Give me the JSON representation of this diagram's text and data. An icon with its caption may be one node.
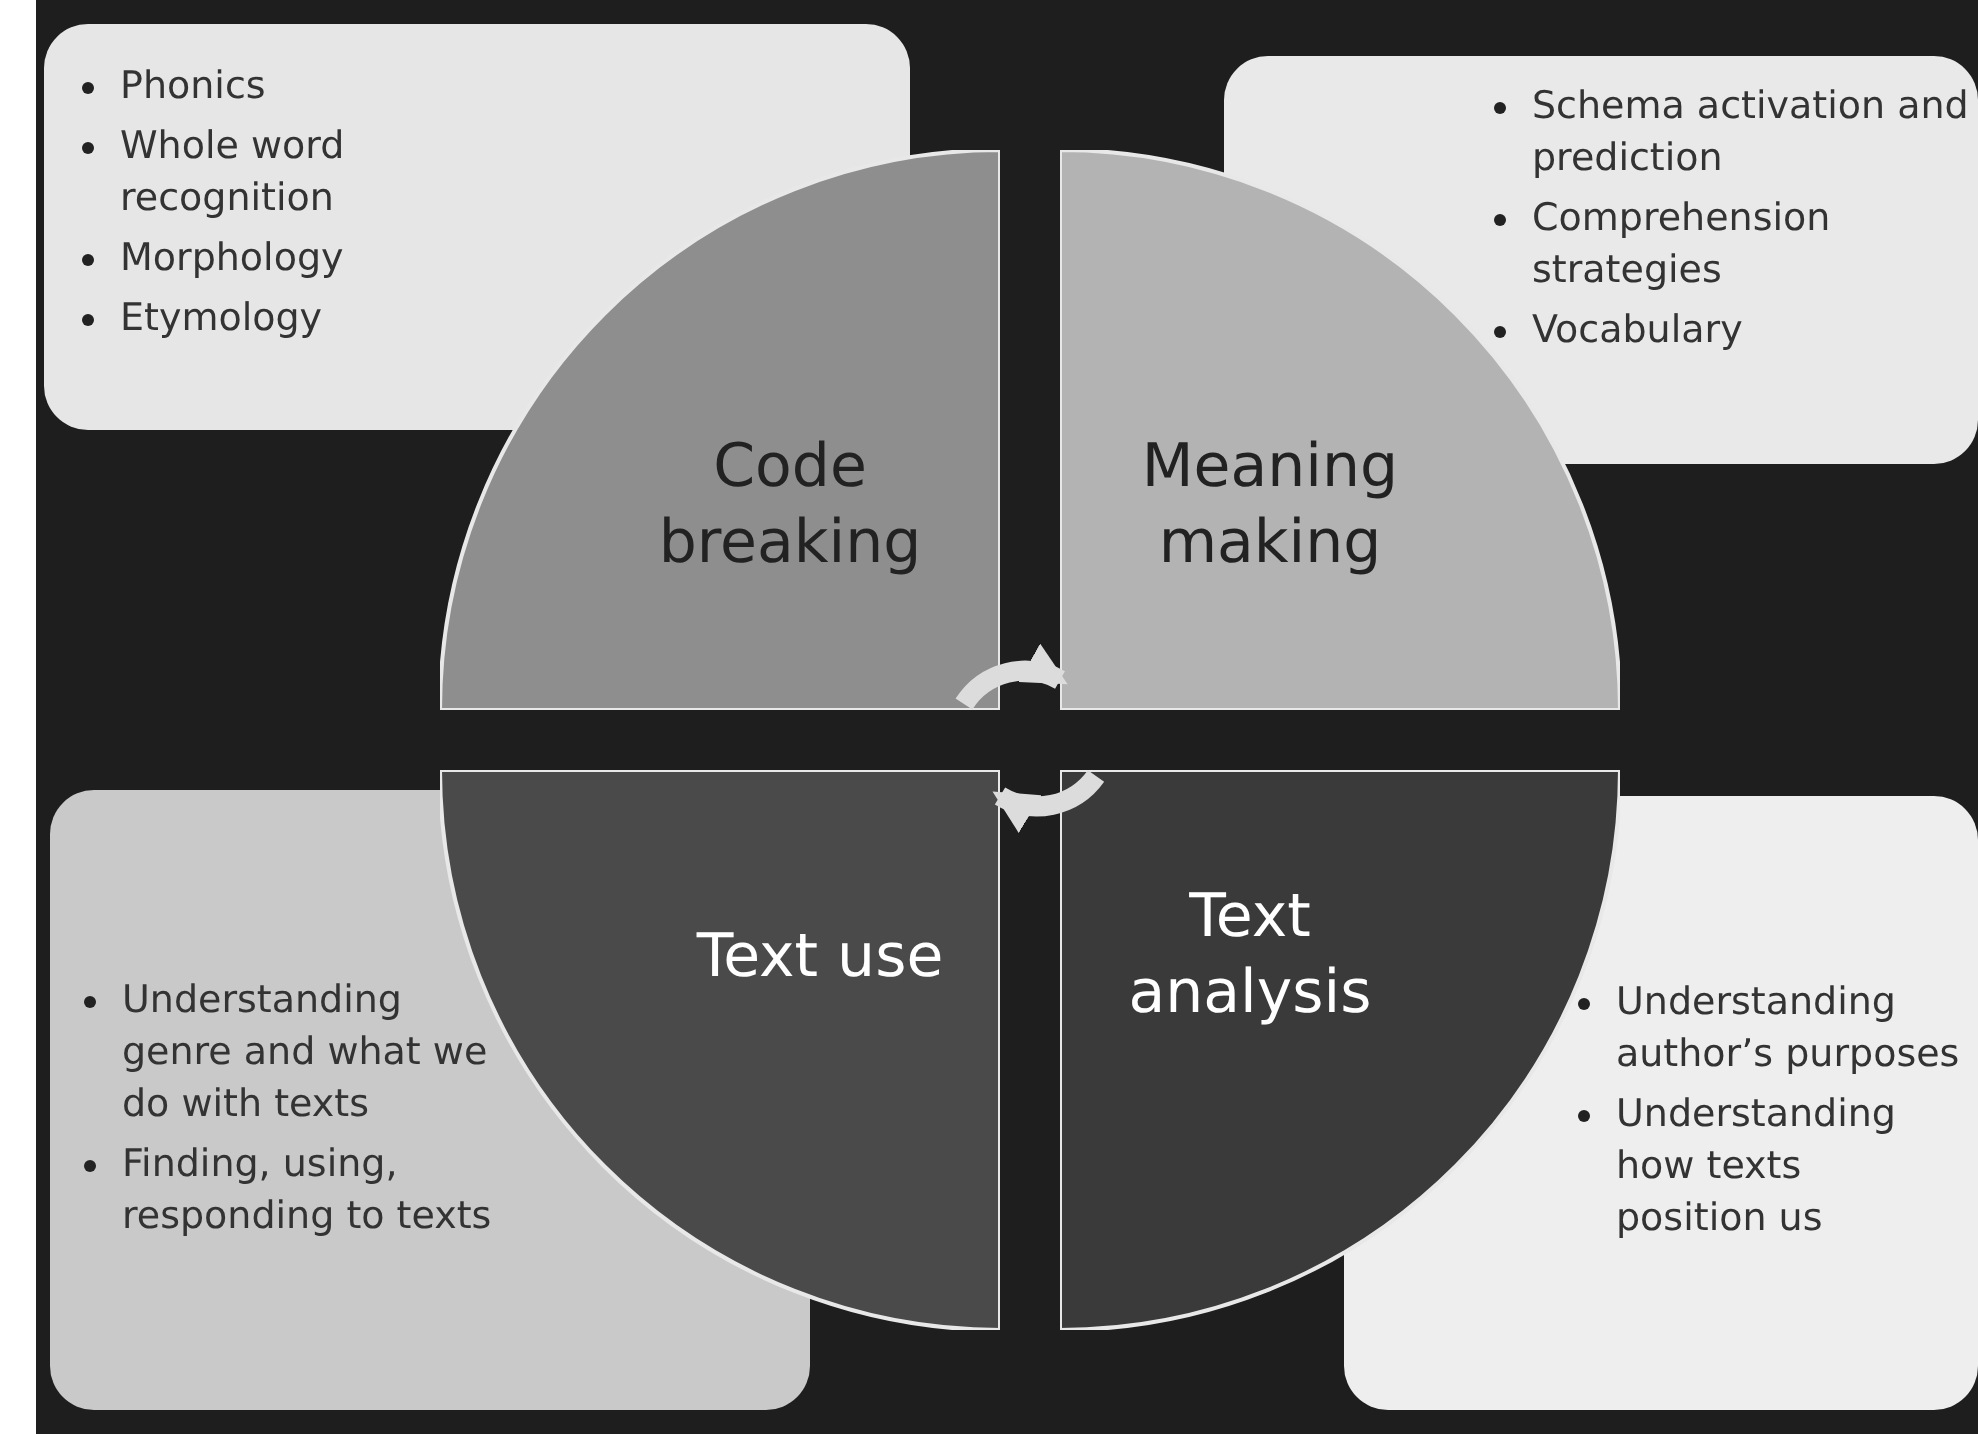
{
  "diagram": {
    "nodes": [
      {
        "text": [
          "Phonics",
          "Whole word recognition",
          "Morphology",
          "Etymology"
        ]
      },
      {
        "text": [
          "Schema activation and prediction",
          "Comprehension strategies",
          "Vocabulary"
        ]
      },
      {
        "text": [
          "Code breaking"
        ]
      },
      {
        "text": [
          "Meaning making"
        ]
      },
      {
        "text": [
          "Text use"
        ]
      },
      {
        "text": [
          "Text analysis"
        ]
      },
      {
        "text": [
          "Understanding genre and what we do with texts",
          "Finding, using, responding to texts"
        ]
      },
      {
        "text": [
          "Understanding author’s purposes",
          "Understanding how texts position us"
        ]
      }
    ],
    "edges": [
      {
        "from": 2,
        "to": 3,
        "arrow": "to"
      },
      {
        "from": 5,
        "to": 4,
        "arrow": "to"
      }
    ]
  }
}
